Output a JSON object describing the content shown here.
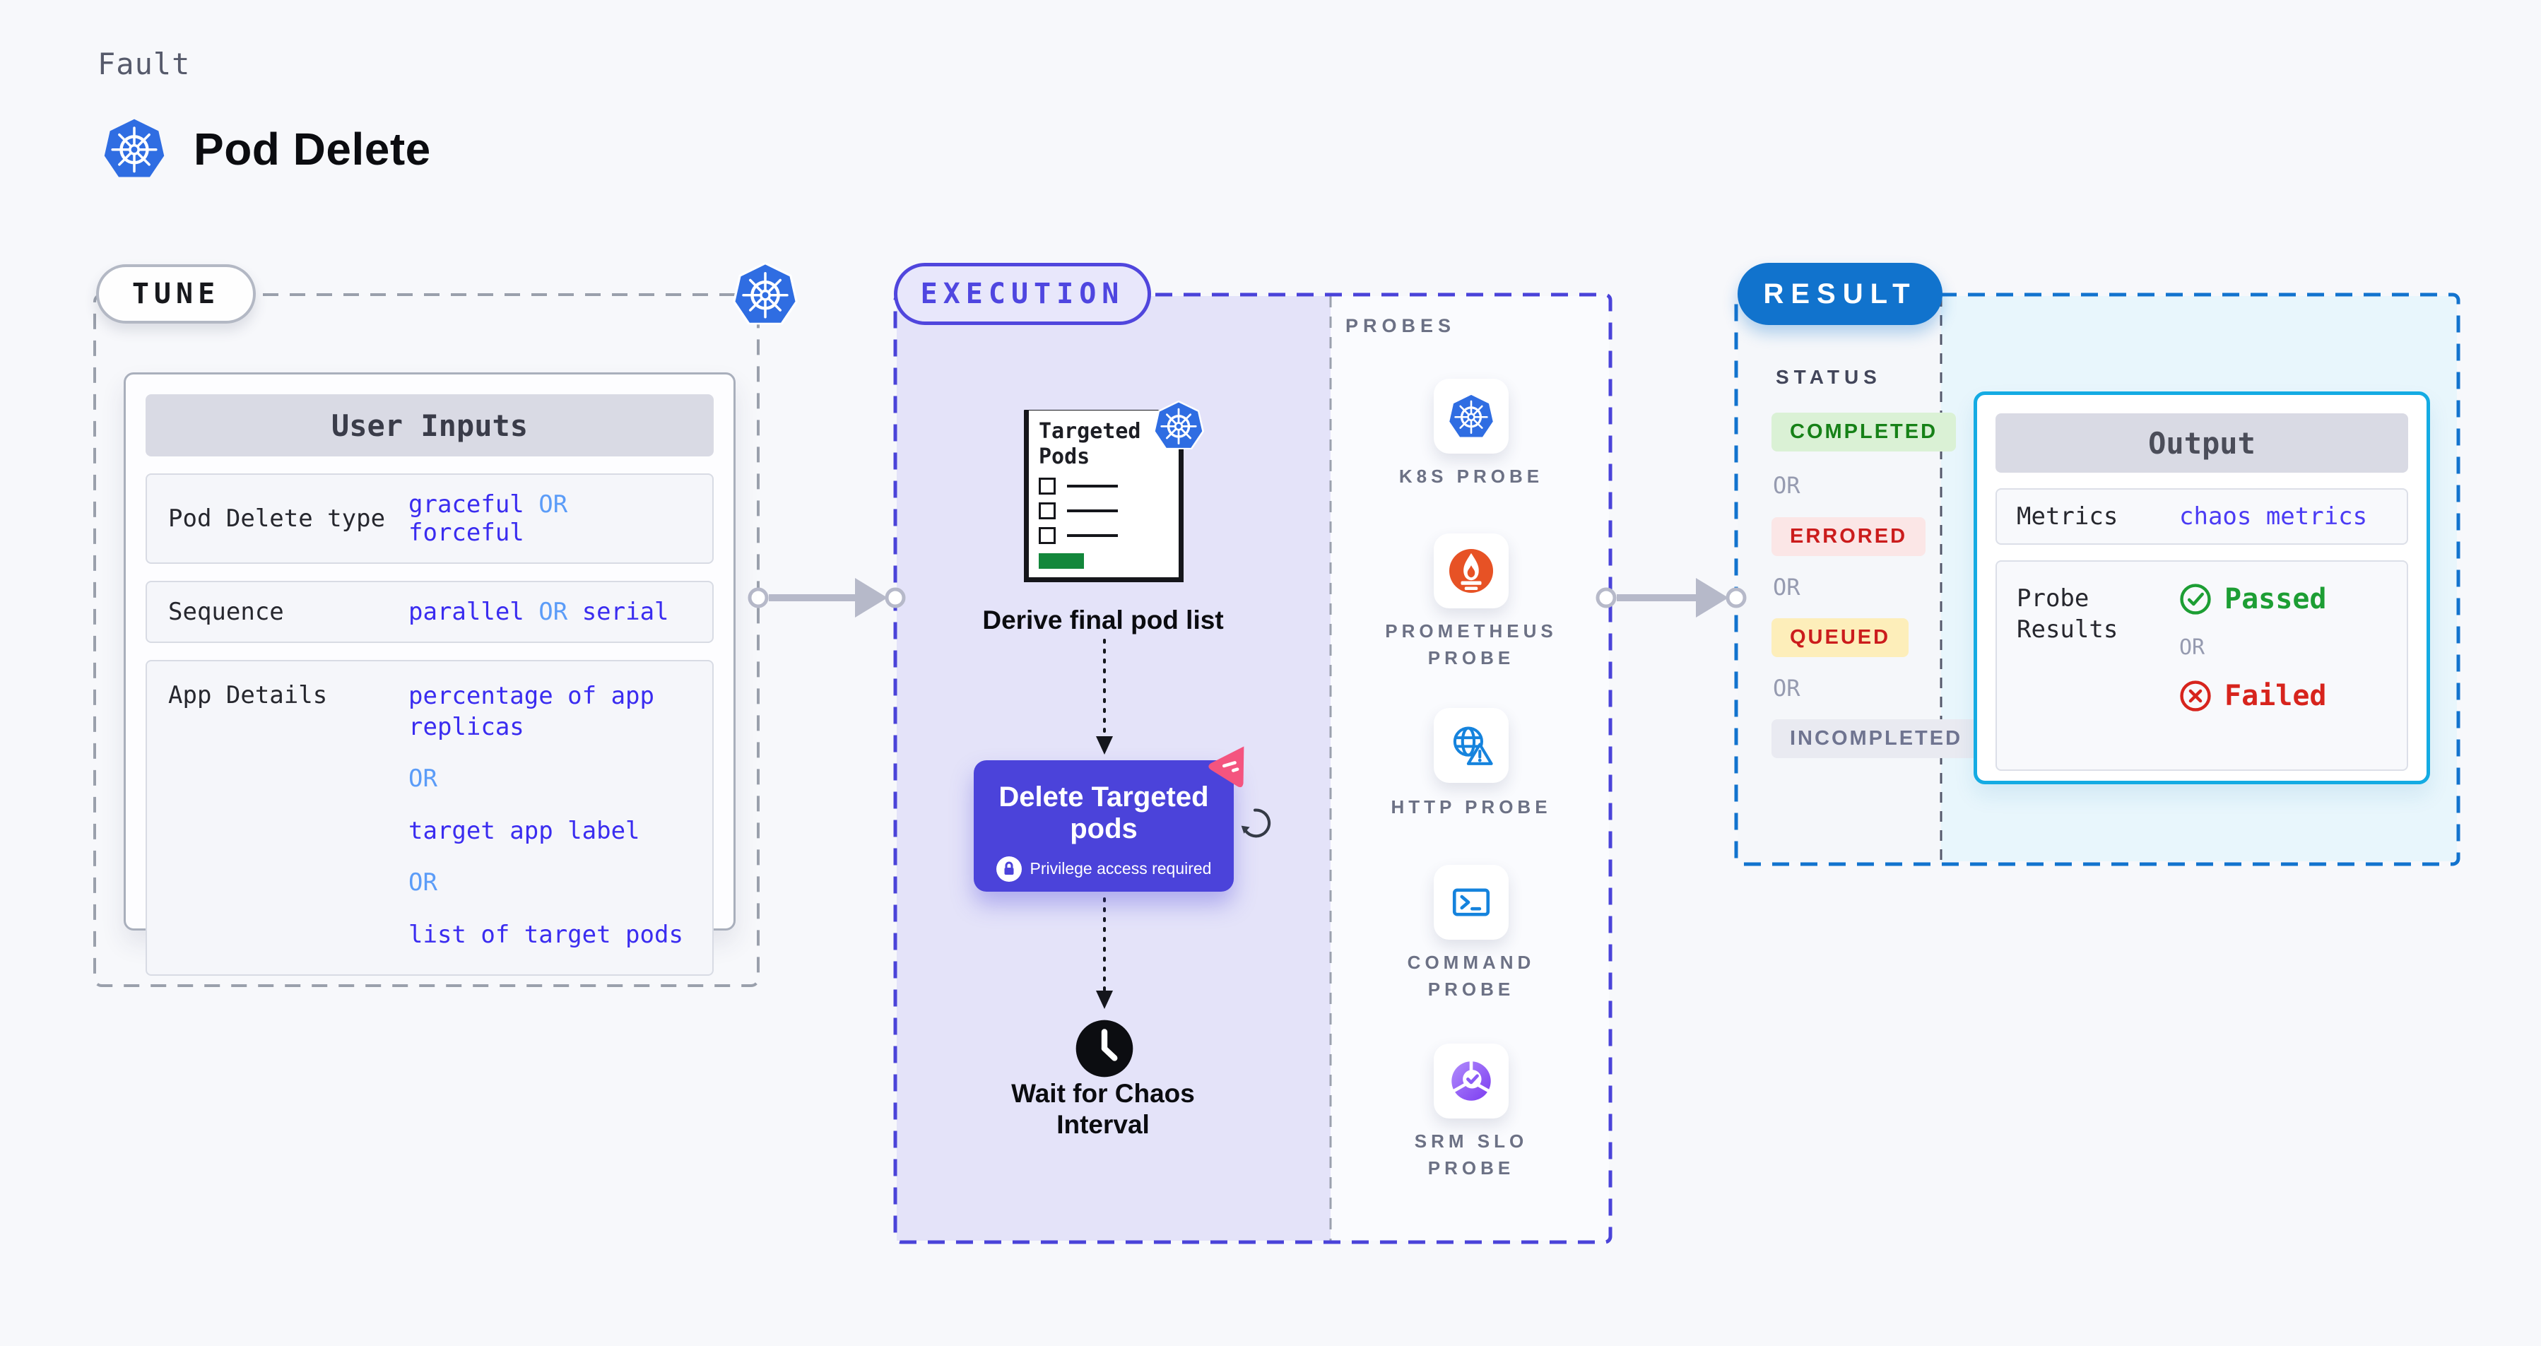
{
  "common": {
    "or": "OR"
  },
  "palette": {
    "page_bg": "#f7f8fb",
    "execution_fill": "#e4e3f9",
    "execution_border": "#4a43d9",
    "tune_border": "#9aa0ac",
    "result_border": "#1273ce",
    "result_fill": "#e8f6fc",
    "delete_button": "#4b43da",
    "result_pill": "#1173cd",
    "output_border": "#14abe3",
    "value_blue": "#3a2cf0",
    "or_light_blue": "#5b9cf8",
    "completed_green": "#168117",
    "errored_red": "#cb1c1c",
    "queued_bg": "#fdeeba",
    "incompleted_gray": "#6f7490",
    "arrow_gray": "#b6b9c9",
    "litmus_pink": "#f4547f",
    "kubernetes_blue": "#2f6de2",
    "prometheus_orange": "#e75225",
    "doc_green": "#13873b"
  },
  "header": {
    "kicker": "Fault",
    "title": "Pod Delete"
  },
  "tune": {
    "pill": "TUNE",
    "table_header": "User Inputs",
    "rows": [
      {
        "label": "Pod Delete type",
        "options": [
          "graceful",
          "forceful"
        ]
      },
      {
        "label": "Sequence",
        "options": [
          "parallel",
          "serial"
        ]
      },
      {
        "label": "App Details",
        "options": [
          "percentage of app replicas",
          "target app label",
          "list of target pods"
        ]
      }
    ]
  },
  "execution": {
    "pill": "EXECUTION",
    "derive_node": {
      "doc_title": "Targeted Pods",
      "caption": "Derive final pod list"
    },
    "delete_node": {
      "title": "Delete Targeted pods",
      "badge": "Privilege access required"
    },
    "wait_node": {
      "caption": "Wait for Chaos Interval"
    },
    "probes": {
      "heading": "PROBES",
      "items": [
        "K8S PROBE",
        "PROMETHEUS PROBE",
        "HTTP PROBE",
        "COMMAND PROBE",
        "SRM SLO PROBE"
      ]
    }
  },
  "result": {
    "pill": "RESULT",
    "status_heading": "STATUS",
    "statuses": [
      "COMPLETED",
      "ERRORED",
      "QUEUED",
      "INCOMPLETED"
    ],
    "output": {
      "header": "Output",
      "metrics_label": "Metrics",
      "metrics_value": "chaos metrics",
      "probe_results_label": "Probe Results",
      "passed": "Passed",
      "failed": "Failed"
    }
  }
}
